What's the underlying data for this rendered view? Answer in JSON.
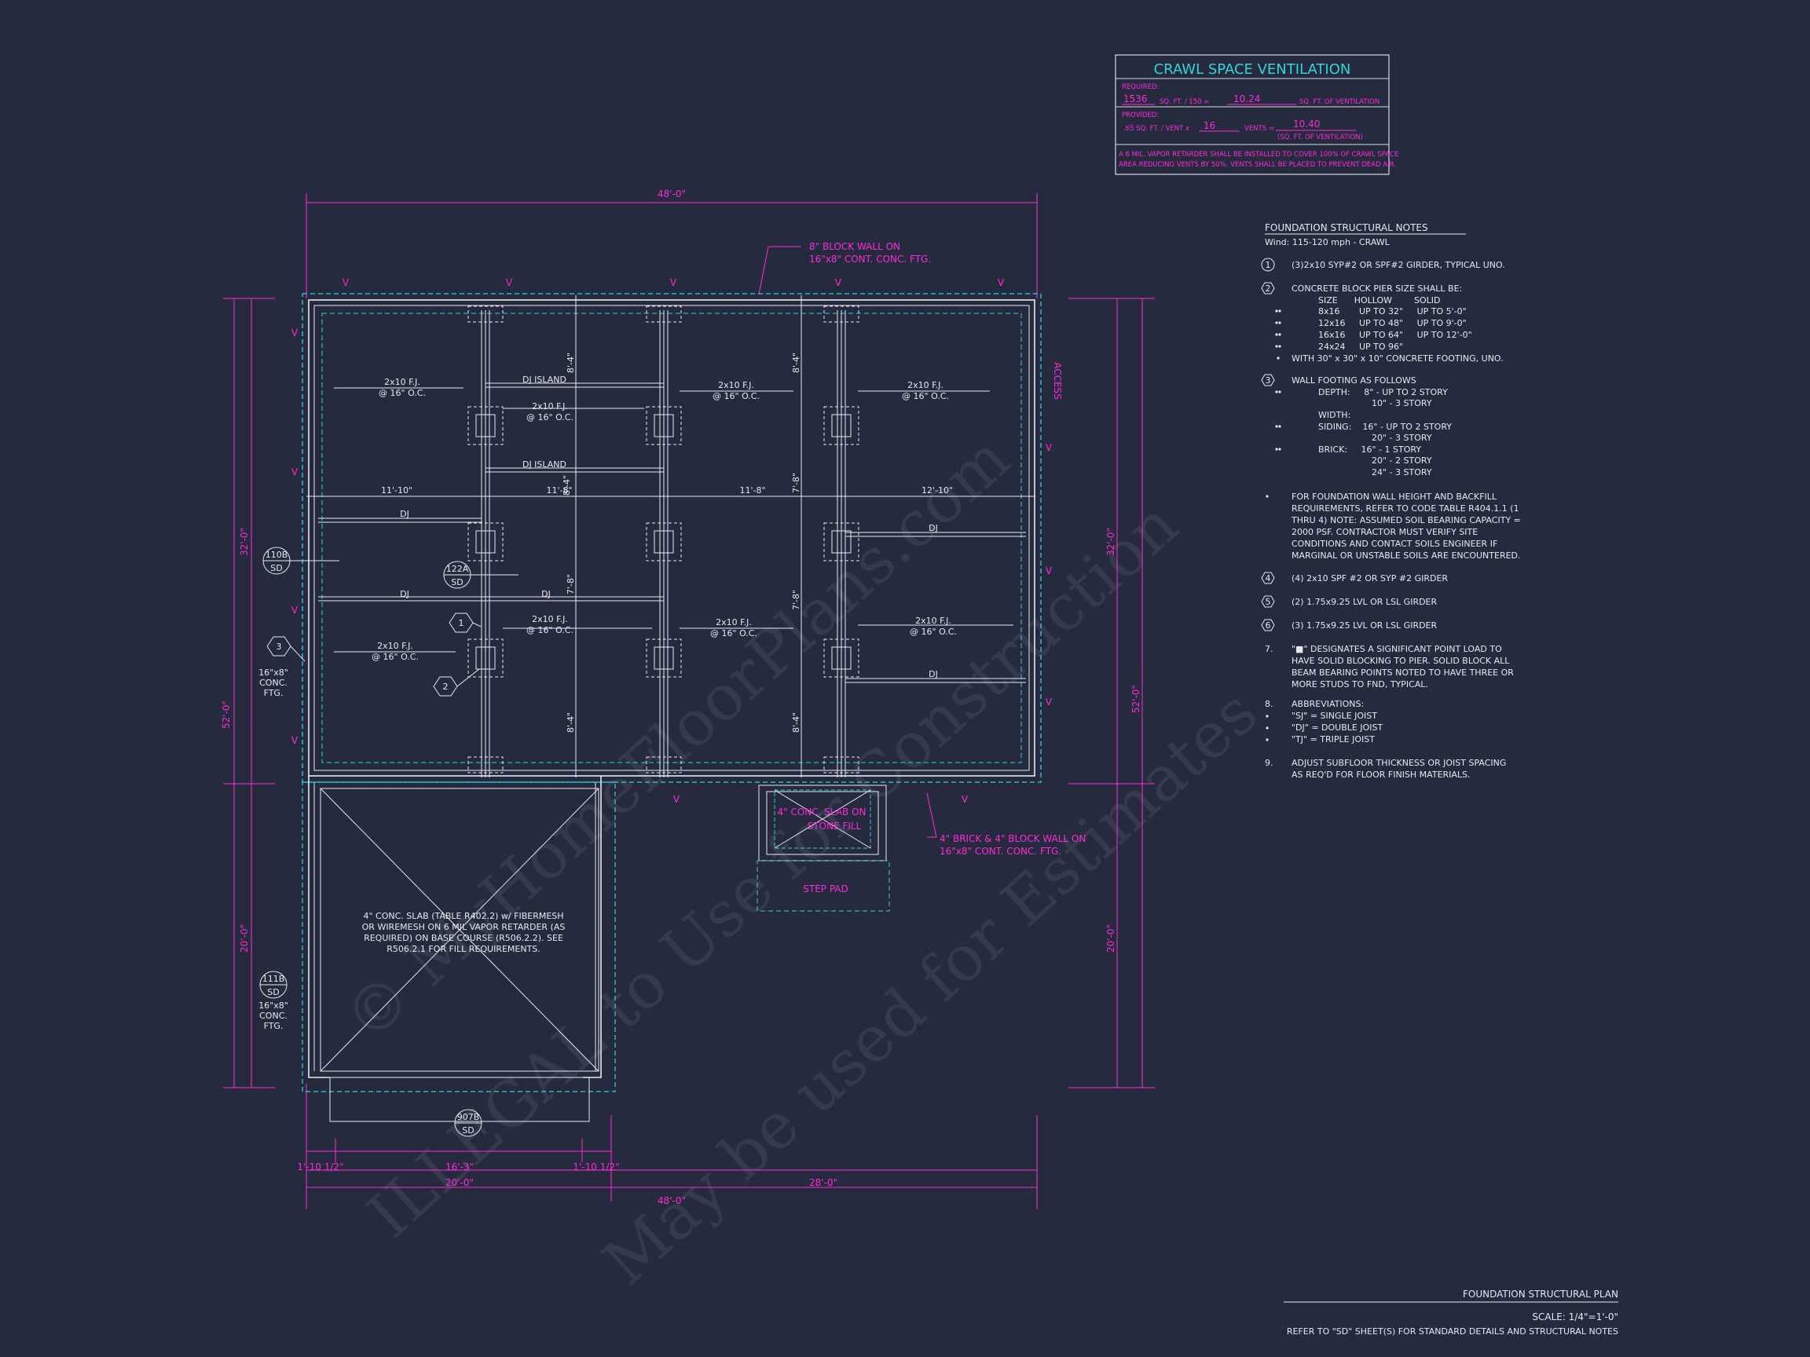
{
  "ventilation": {
    "title": "CRAWL SPACE VENTILATION",
    "required_label": "REQUIRED:",
    "area": "1536",
    "area_unit": "SQ. FT. / 150 =",
    "req_value": "10.24",
    "req_unit": "SQ. FT. OF VENTILATION",
    "provided_label": "PROVIDED:",
    "per_vent": ".65 SQ. FT. / VENT x",
    "vents": "16",
    "vents_label": "VENTS =",
    "prov_value": "10.40",
    "prov_unit": "(SQ. FT. OF VENTILATION)",
    "note_1": "A 6 MIL. VAPOR RETARDER SHALL BE INSTALLED TO COVER 100% OF CRAWL SPACE",
    "note_2": "AREA REDUCING VENTS BY 50%. VENTS SHALL BE PLACED TO PREVENT DEAD AIR."
  },
  "notes": {
    "title": "FOUNDATION STRUCTURAL NOTES",
    "wind": "Wind: 115-120 mph - CRAWL",
    "lines": [
      "(3)2x10 SYP#2 OR SPF#2 GIRDER, TYPICAL UNO.",
      "CONCRETE BLOCK PIER SIZE SHALL BE:",
      "SIZE      HOLLOW        SOLID",
      "8x16       UP TO 32\"     UP TO 5'-0\"",
      "12x16     UP TO 48\"     UP TO 9'-0\"",
      "16x16     UP TO 64\"     UP TO 12'-0\"",
      "24x24     UP TO 96\"",
      "WITH 30\" x 30\" x 10\" CONCRETE FOOTING, UNO.",
      "WALL FOOTING AS FOLLOWS",
      "DEPTH:     8\" - UP TO 2 STORY",
      "10\" - 3 STORY",
      "WIDTH:",
      "SIDING:    16\" - UP TO 2 STORY",
      "20\" - 3 STORY",
      "BRICK:     16\" - 1 STORY",
      "20\" - 2 STORY",
      "24\" - 3 STORY",
      "FOR FOUNDATION WALL HEIGHT AND BACKFILL",
      "REQUIREMENTS, REFER TO CODE TABLE R404.1.1 (1",
      "THRU 4) NOTE: ASSUMED SOIL BEARING CAPACITY =",
      "2000 PSF. CONTRACTOR MUST VERIFY SITE",
      "CONDITIONS AND CONTACT SOILS ENGINEER IF",
      "MARGINAL OR UNSTABLE SOILS ARE ENCOUNTERED.",
      "(4) 2x10 SPF #2 OR SYP #2 GIRDER",
      "(2) 1.75x9.25 LVL OR LSL GIRDER",
      "(3) 1.75x9.25 LVL OR LSL GIRDER",
      "\"■\" DESIGNATES A SIGNIFICANT POINT LOAD TO",
      "HAVE SOLID BLOCKING TO PIER. SOLID BLOCK ALL",
      "BEAM BEARING POINTS NOTED TO HAVE THREE OR",
      "MORE STUDS TO FND, TYPICAL.",
      "ABBREVIATIONS:",
      "\"SJ\" = SINGLE JOIST",
      "\"DJ\" = DOUBLE JOIST",
      "\"TJ\" = TRIPLE JOIST",
      "ADJUST SUBFLOOR THICKNESS OR JOIST SPACING",
      "AS REQ'D FOR FLOOR FINISH MATERIALS."
    ],
    "markers": [
      "1",
      "2",
      "3",
      "4",
      "5",
      "6",
      "7.",
      "8.",
      "9."
    ]
  },
  "title_block": {
    "title": "FOUNDATION STRUCTURAL PLAN",
    "scale": "SCALE: 1/4\"=1'-0\"",
    "refer": "REFER TO \"SD\" SHEET(S) FOR STANDARD DETAILS AND STRUCTURAL NOTES"
  },
  "dims": {
    "top": "48'-0\"",
    "bottom": "48'-0\"",
    "bottom_left": "20'-0\"",
    "bottom_right": "28'-0\"",
    "left_total": "52'-0\"",
    "left_upper": "32'-0\"",
    "left_lower": "20'-0\"",
    "right_total": "52'-0\"",
    "right_upper": "32'-0\"",
    "right_lower": "20'-0\"",
    "small_a": "1'-10 1/2\"",
    "small_mid": "16'-3\"",
    "small_b": "1'-10 1/2\"",
    "span_1": "11'-10\"",
    "span_2": "11'-8\"",
    "span_3": "11'-8\"",
    "span_4": "12'-10\"",
    "v_1": "8'-4\"",
    "v_2": "7'-8\"",
    "v_3": "8'-4\"",
    "v_4": "8'-4\"",
    "v_5": "7'-8\"",
    "v_6": "7'-8\"",
    "v_7": "8'-4\""
  },
  "labels": {
    "block_wall_1": "8\" BLOCK WALL ON",
    "block_wall_2": "16\"x8\" CONT. CONC. FTG.",
    "brick_wall_1": "4\" BRICK & 4\" BLOCK WALL ON",
    "brick_wall_2": "16\"x8\" CONT. CONC. FTG.",
    "stoop_1": "4\" CONC. SLAB ON",
    "stoop_2": "STONE FILL",
    "step_pad": "STEP PAD",
    "access": "ACCESS",
    "slab_1": "4\" CONC. SLAB (TABLE R402.2) w/ FIBERMESH",
    "slab_2": "OR WIREMESH ON 6 MIL VAPOR RETARDER (AS",
    "slab_3": "REQUIRED) ON BASE COURSE (R506.2.2). SEE",
    "slab_4": "R506.2.1 FOR FILL REQUIREMENTS.",
    "fj": "2x10 F.J.",
    "oc": "@ 16\" O.C.",
    "dj": "DJ",
    "dj_island": "DJ ISLAND",
    "vent": "V",
    "ftg_a": "16\"x8\"",
    "ftg_b": "CONC.",
    "ftg_c": "FTG.",
    "tag_110b": "110B",
    "tag_111b": "111B",
    "tag_122a": "122A",
    "tag_907b": "907B",
    "tag_sd": "SD",
    "hex_1": "1",
    "hex_2": "2",
    "hex_3": "3"
  },
  "watermark": {
    "line_1": "© MyHomeFloorPlans.com",
    "line_2": "ILLEGAL to Use for Construction",
    "line_3": "May be used for Estimates"
  },
  "colors": {
    "background": "#262a3f",
    "lines": "#e6e8f0",
    "magenta": "#ff2bd6",
    "cyan": "#2fd6d6"
  }
}
